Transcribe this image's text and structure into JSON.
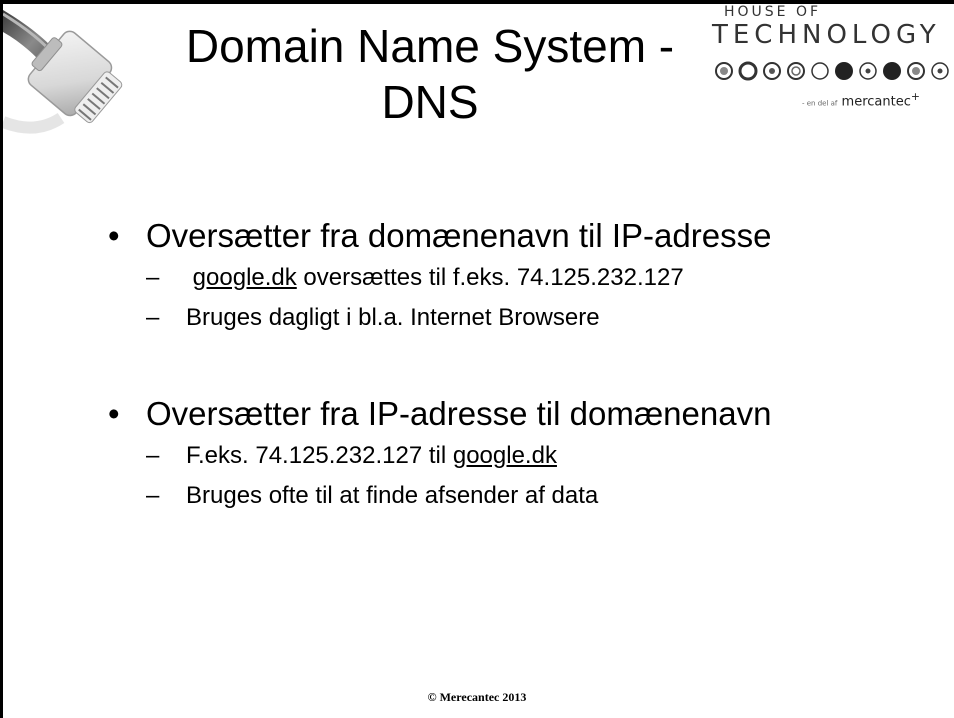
{
  "slide": {
    "title_line1": "Domain Name System -",
    "title_line2": "DNS",
    "logo": {
      "line1": "HOUSE OF",
      "line2": "TECHNOLOGY",
      "tag_small": "- en del af",
      "tag_brand": "mercantec",
      "tag_mark": "+"
    },
    "bullets": [
      {
        "text": "Oversætter fra domænenavn til IP-adresse",
        "sub": [
          {
            "link": "google.dk",
            "text": " oversættes til f.eks. 74.125.232.127"
          },
          {
            "text": "Bruges dagligt i bl.a. Internet Browsere"
          }
        ]
      },
      {
        "text": "Oversætter fra IP-adresse til domænenavn",
        "sub": [
          {
            "prefix": "F.eks. 74.125.232.127 til ",
            "link": "google.dk"
          },
          {
            "text": "Bruges ofte til at finde afsender af data"
          }
        ]
      }
    ],
    "bullet_symbol": "•",
    "dash_symbol": "–",
    "footer": "© Merecantec 2013"
  }
}
